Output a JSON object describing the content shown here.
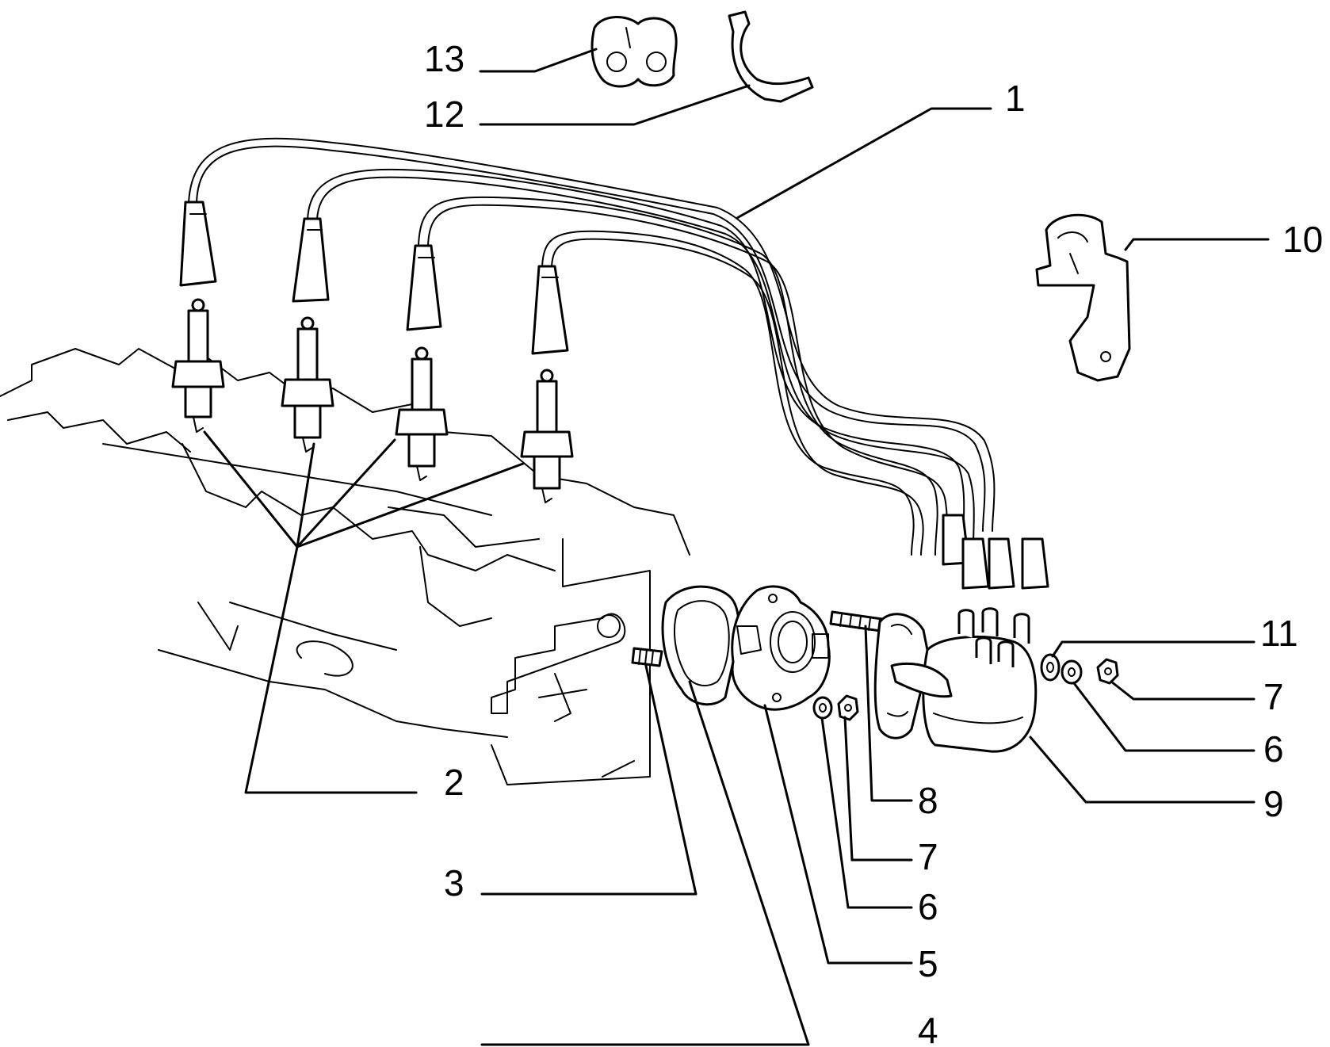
{
  "colors": {
    "line": "#000000",
    "background": "#ffffff"
  },
  "callouts": [
    {
      "id": "c1",
      "text": "1"
    },
    {
      "id": "c2",
      "text": "2"
    },
    {
      "id": "c3",
      "text": "3"
    },
    {
      "id": "c4",
      "text": "4"
    },
    {
      "id": "c5",
      "text": "5"
    },
    {
      "id": "c6a",
      "text": "6"
    },
    {
      "id": "c6b",
      "text": "6"
    },
    {
      "id": "c7a",
      "text": "7"
    },
    {
      "id": "c7b",
      "text": "7"
    },
    {
      "id": "c8",
      "text": "8"
    },
    {
      "id": "c9",
      "text": "9"
    },
    {
      "id": "c10",
      "text": "10"
    },
    {
      "id": "c11",
      "text": "11"
    },
    {
      "id": "c12",
      "text": "12"
    },
    {
      "id": "c13",
      "text": "13"
    }
  ]
}
